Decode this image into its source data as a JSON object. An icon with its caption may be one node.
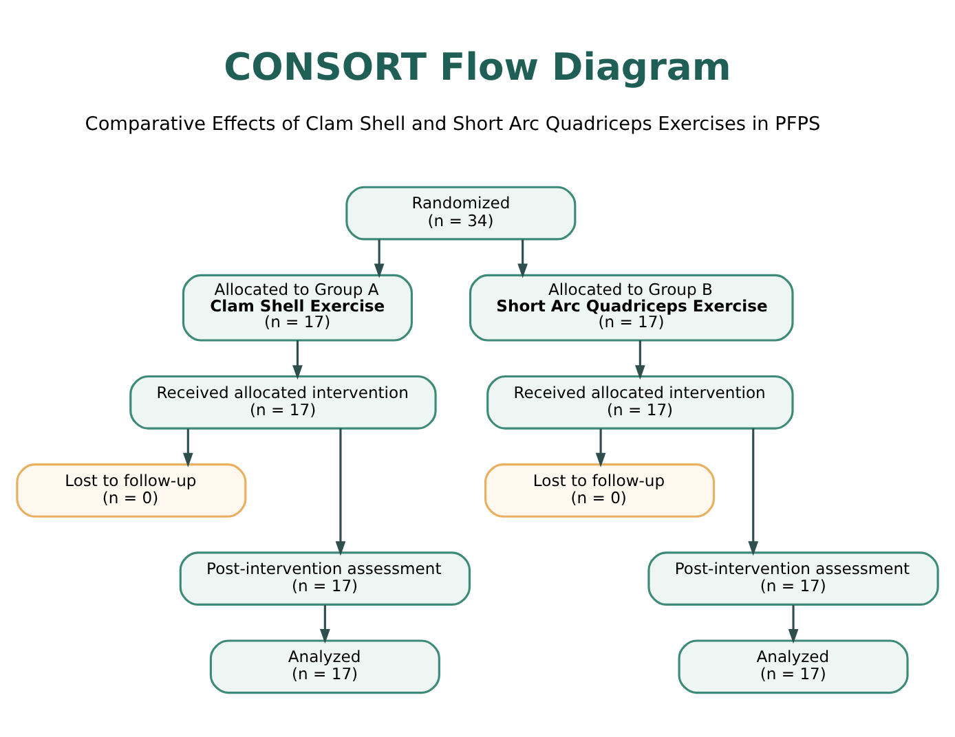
{
  "diagram": {
    "title": "CONSORT Flow Diagram",
    "nodes": [
      {
        "text": [
          "Randomized",
          "(n = 34)"
        ]
      },
      {
        "text": [
          "Allocated to Group A",
          "Clam Shell Exercise",
          "(n = 17)"
        ]
      },
      {
        "text": [
          "Allocated to Group B",
          "Short Arc Quadriceps Exercise",
          "(n = 17)"
        ]
      },
      {
        "text": [
          "Received allocated intervention",
          "(n = 17)"
        ]
      },
      {
        "text": [
          "Received allocated intervention",
          "(n = 17)"
        ]
      },
      {
        "text": [
          "Lost to follow-up",
          "(n = 0)"
        ]
      },
      {
        "text": [
          "Lost to follow-up",
          "(n = 0)"
        ]
      },
      {
        "text": [
          "Post-intervention assessment",
          "(n = 17)"
        ]
      },
      {
        "text": [
          "Post-intervention assessment",
          "(n = 17)"
        ]
      },
      {
        "text": [
          "Analyzed",
          "(n = 17)"
        ]
      },
      {
        "text": [
          "Analyzed",
          "(n = 17)"
        ]
      }
    ],
    "edges": [
      {
        "from": 0,
        "to": 1,
        "arrow": "to"
      },
      {
        "from": 0,
        "to": 2,
        "arrow": "to"
      },
      {
        "from": 1,
        "to": 3,
        "arrow": "to"
      },
      {
        "from": 2,
        "to": 4,
        "arrow": "to"
      },
      {
        "from": 3,
        "to": 5,
        "arrow": "to"
      },
      {
        "from": 3,
        "to": 7,
        "arrow": "to"
      },
      {
        "from": 4,
        "to": 6,
        "arrow": "to"
      },
      {
        "from": 4,
        "to": 8,
        "arrow": "to"
      },
      {
        "from": 7,
        "to": 9,
        "arrow": "to"
      },
      {
        "from": 8,
        "to": 10,
        "arrow": "to"
      }
    ],
    "labels": [
      "Comparative Effects of Clam Shell and Short Arc Quadriceps Exercises in PFPS"
    ]
  }
}
